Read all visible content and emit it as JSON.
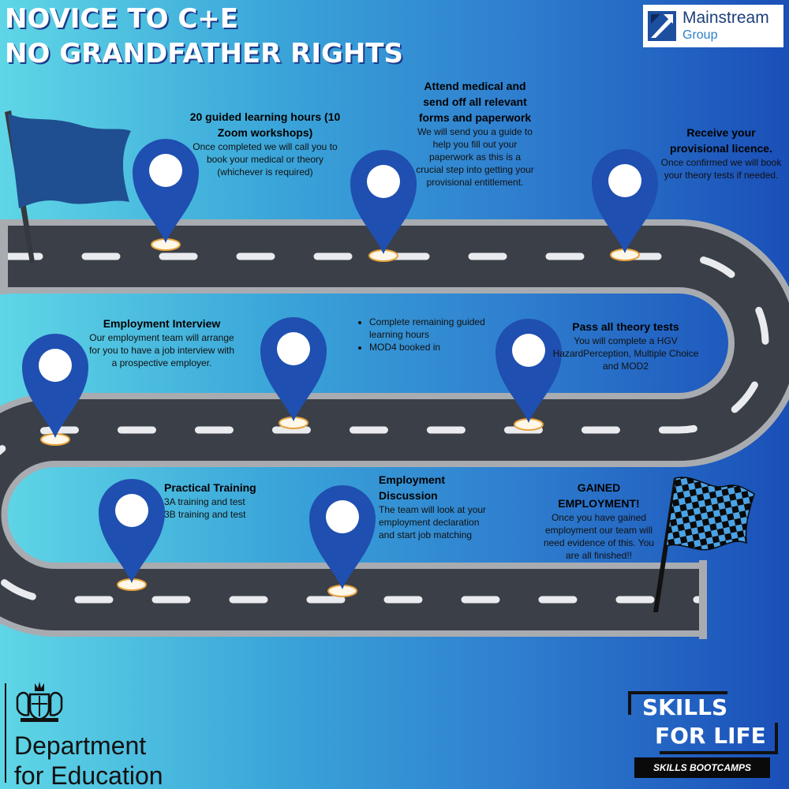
{
  "header": {
    "title_line1": "NOVICE TO C+E",
    "title_line2": "NO GRANDFATHER RIGHTS"
  },
  "brand": {
    "name": "Mainstream",
    "sub": "Group"
  },
  "steps": [
    {
      "title": "20 guided learning hours (10 Zoom workshops)",
      "body": "Once completed we will call you to book your medical or theory (whichever is required)"
    },
    {
      "title": "Attend medical and send off all relevant forms and paperwork",
      "body": "We will send you a guide to help you fill out your paperwork as this is a crucial step into getting your provisional entitlement."
    },
    {
      "title": "Receive your provisional licence.",
      "body": "Once confirmed we will book your theory tests if needed."
    },
    {
      "title": "Employment Interview",
      "body": "Our employment team will arrange for you to have a job interview with a prospective employer."
    },
    {
      "bullets": [
        "Complete remaining guided learning hours",
        "MOD4 booked in"
      ]
    },
    {
      "title": "Pass all theory tests",
      "body": "You will complete a HGV HazardPerception, Multiple Choice and MOD2"
    },
    {
      "title": "Practical Training",
      "lines": [
        "3A training and test",
        "3B training and test"
      ]
    },
    {
      "title": "Employment Discussion",
      "body": "The team will look at your employment declaration and start job matching"
    },
    {
      "title": "GAINED EMPLOYMENT!",
      "body": "Once you have gained employment our team will need evidence of this. You are all finished!!"
    }
  ],
  "footer": {
    "department_line1": "Department",
    "department_line2": "for Education",
    "skills_line1": "SKILLS",
    "skills_line2": "FOR LIFE",
    "skills_banner": "SKILLS BOOTCAMPS"
  },
  "colors": {
    "pin": "#1f4fb0",
    "road": "#3b3f47",
    "road_edge": "#a8acb1",
    "title": "#ffffff"
  },
  "icons": {
    "start_flag": "blue-flag-icon",
    "finish_flag": "checkered-flag-icon",
    "pin": "map-pin-icon",
    "crest": "royal-crest-icon"
  }
}
